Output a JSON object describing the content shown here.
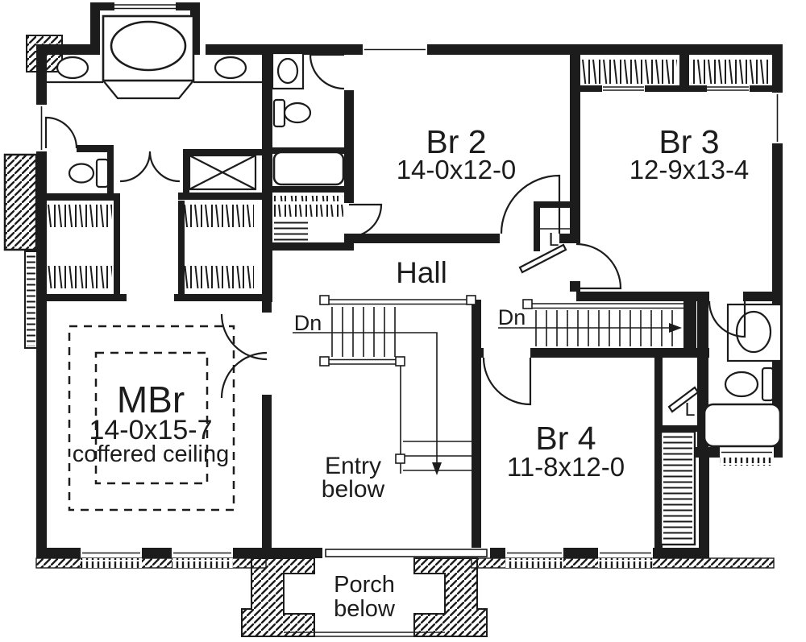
{
  "plan": {
    "rooms": {
      "br2": {
        "name": "Br 2",
        "dims": "14-0x12-0"
      },
      "br3": {
        "name": "Br 3",
        "dims": "12-9x13-4"
      },
      "br4": {
        "name": "Br 4",
        "dims": "11-8x12-0"
      },
      "mbr": {
        "name": "MBr",
        "dims": "14-0x15-7",
        "note": "coffered ceiling"
      },
      "hall": {
        "name": "Hall"
      },
      "entry": {
        "line1": "Entry",
        "line2": "below"
      },
      "porch": {
        "line1": "Porch",
        "line2": "below"
      }
    },
    "stairs": {
      "down_label_main": "Dn",
      "down_label_right": "Dn"
    },
    "closets": {
      "linen1": "L",
      "linen2": "L"
    },
    "colors": {
      "ink": "#1c1c1c",
      "paper": "#ffffff"
    }
  }
}
